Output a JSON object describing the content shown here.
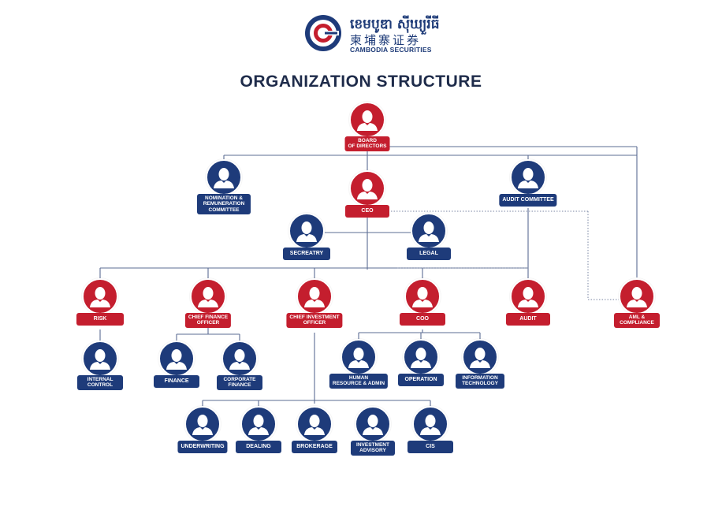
{
  "brand": {
    "name_khmer": "ខេមបូឌា ស៊ីឃ្យួរីធី",
    "name_chinese": "柬埔寨证券",
    "name_english": "CAMBODIA SECURITIES",
    "colors": {
      "red": "#c41e2e",
      "blue": "#1e3b7a",
      "title": "#1e2b4a",
      "line": "#5b6c93"
    }
  },
  "title": "ORGANIZATION STRUCTURE",
  "nodes": [
    {
      "id": "board",
      "lines": [
        "BOARD",
        "OF DIRECTORS"
      ],
      "color": "red"
    },
    {
      "id": "nomination",
      "lines": [
        "NOMINATION &",
        "REMUNERATION",
        "COMMITTEE"
      ],
      "color": "blue"
    },
    {
      "id": "ceo",
      "lines": [
        "CEO"
      ],
      "color": "red"
    },
    {
      "id": "audit-committee",
      "lines": [
        "AUDIT COMMITTEE"
      ],
      "color": "blue"
    },
    {
      "id": "secretary",
      "lines": [
        "SECREATRY"
      ],
      "color": "blue"
    },
    {
      "id": "legal",
      "lines": [
        "LEGAL"
      ],
      "color": "blue"
    },
    {
      "id": "risk",
      "lines": [
        "RISK"
      ],
      "color": "red"
    },
    {
      "id": "cfo",
      "lines": [
        "CHIEF FINANCE",
        "OFFICER"
      ],
      "color": "red"
    },
    {
      "id": "cio",
      "lines": [
        "CHIEF INVESTMENT",
        "OFFICER"
      ],
      "color": "red"
    },
    {
      "id": "coo",
      "lines": [
        "COO"
      ],
      "color": "red"
    },
    {
      "id": "audit",
      "lines": [
        "AUDIT"
      ],
      "color": "red"
    },
    {
      "id": "aml",
      "lines": [
        "AML &",
        "COMPLIANCE"
      ],
      "color": "red"
    },
    {
      "id": "internal-control",
      "lines": [
        "INTERNAL",
        "CONTROL"
      ],
      "color": "blue"
    },
    {
      "id": "finance",
      "lines": [
        "FINANCE"
      ],
      "color": "blue"
    },
    {
      "id": "corporate-finance",
      "lines": [
        "CORPORATE",
        "FINANCE"
      ],
      "color": "blue"
    },
    {
      "id": "hr-admin",
      "lines": [
        "HUMAN",
        "RESOURCE & ADMIN"
      ],
      "color": "blue"
    },
    {
      "id": "operation",
      "lines": [
        "OPERATION"
      ],
      "color": "blue"
    },
    {
      "id": "it",
      "lines": [
        "INFORMATION",
        "TECHNOLOGY"
      ],
      "color": "blue"
    },
    {
      "id": "underwriting",
      "lines": [
        "UNDERWRITING"
      ],
      "color": "blue"
    },
    {
      "id": "dealing",
      "lines": [
        "DEALING"
      ],
      "color": "blue"
    },
    {
      "id": "brokerage",
      "lines": [
        "BROKERAGE"
      ],
      "color": "blue"
    },
    {
      "id": "investment-advisory",
      "lines": [
        "INVESTMENT",
        "ADVISORY"
      ],
      "color": "blue"
    },
    {
      "id": "cis",
      "lines": [
        "CIS"
      ],
      "color": "blue"
    }
  ]
}
